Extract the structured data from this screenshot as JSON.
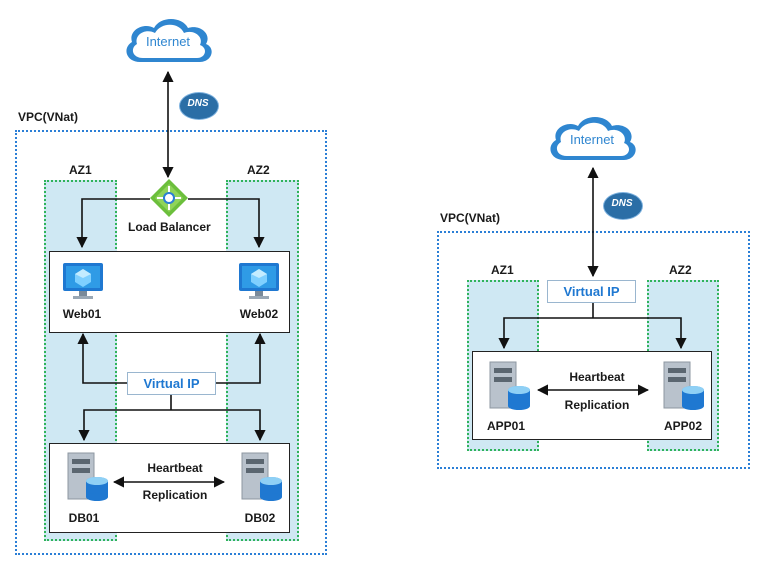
{
  "left": {
    "internet": "Internet",
    "dns": "DNS",
    "vpc": "VPC(VNat)",
    "az1": "AZ1",
    "az2": "AZ2",
    "load_balancer": "Load Balancer",
    "web01": "Web01",
    "web02": "Web02",
    "virtual_ip": "Virtual IP",
    "heartbeat": "Heartbeat",
    "replication": "Replication",
    "db01": "DB01",
    "db02": "DB02"
  },
  "right": {
    "internet": "Internet",
    "dns": "DNS",
    "vpc": "VPC(VNat)",
    "az1": "AZ1",
    "az2": "AZ2",
    "virtual_ip": "Virtual IP",
    "heartbeat": "Heartbeat",
    "replication": "Replication",
    "app01": "APP01",
    "app02": "APP02"
  },
  "colors": {
    "vpc_border": "#2b7fd6",
    "az_border": "#2fb35a",
    "az_fill": "#cfe8f3",
    "cloud": "#2f86d0",
    "virtual_ip_text": "#1f78d1",
    "load_balancer": "#6cbf3c"
  }
}
